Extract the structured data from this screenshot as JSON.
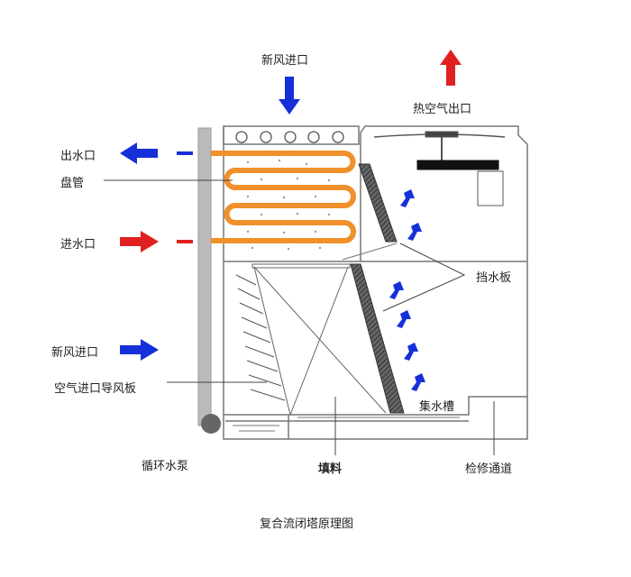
{
  "labels": {
    "fresh_air_top": "新风进口",
    "hot_air_outlet": "热空气出口",
    "water_outlet": "出水口",
    "coil": "盘管",
    "water_inlet": "进水口",
    "eliminator": "挡水板",
    "fresh_air_side": "新风进口",
    "inlet_louver": "空气进口导风板",
    "collection_basin": "集水槽",
    "pump": "循环水泵",
    "fill": "填料",
    "access_door": "检修通道"
  },
  "caption": "复合流闭塔原理图",
  "colors": {
    "coil": "#f0902a",
    "cold": "#1530d8",
    "hot": "#e02020",
    "line": "#555555"
  }
}
